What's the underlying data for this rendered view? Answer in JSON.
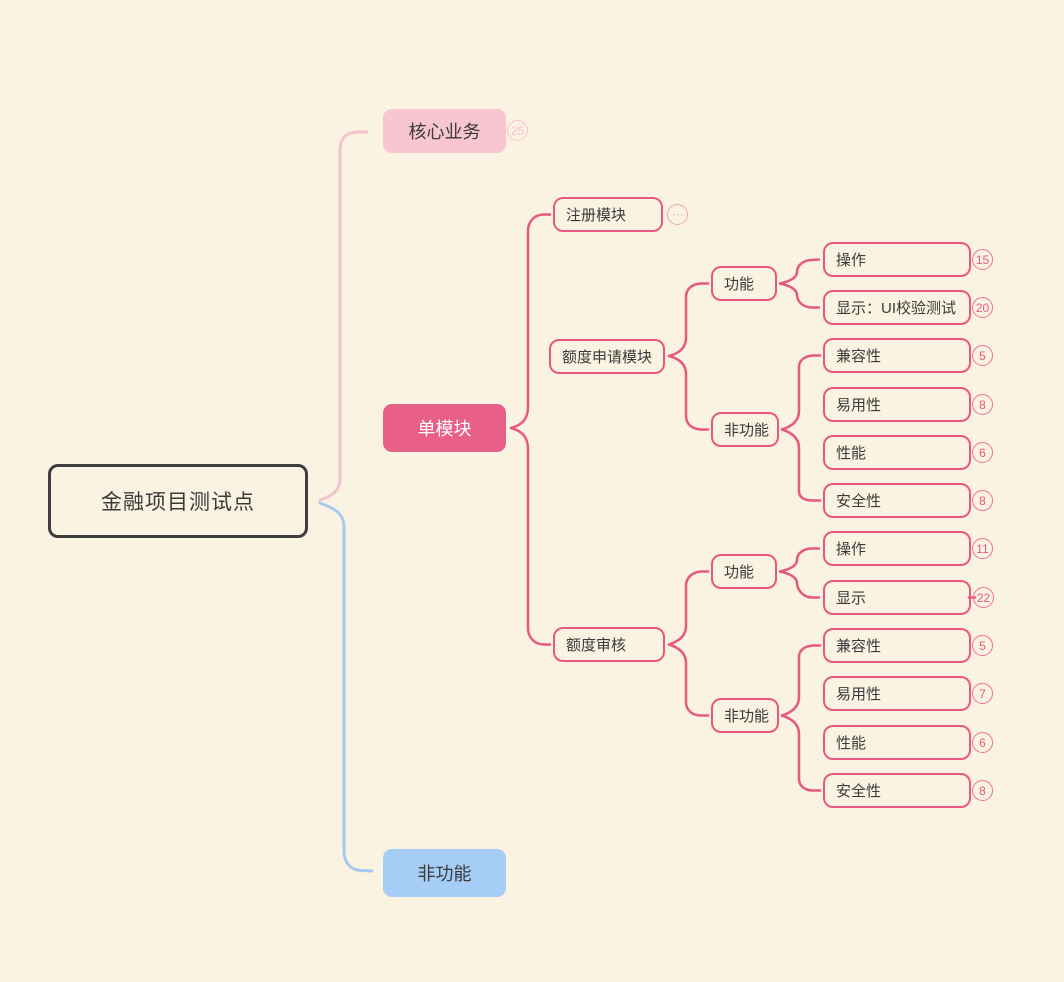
{
  "diagram": {
    "type": "mindmap",
    "title": "金融项目测试点"
  },
  "colors": {
    "background": "#FBF3E1",
    "root_border": "#3E3E3E",
    "pink_line": "#E7597F",
    "light_pink_line": "#F5C2CD",
    "blue_line": "#A6C9F0",
    "pink_fill": "#F7C6D2",
    "rose_fill": "#E8608A",
    "blue_fill": "#A5CDF6"
  },
  "root": {
    "label": "金融项目测试点"
  },
  "branches": {
    "core_business": {
      "label": "核心业务",
      "badge": "25"
    },
    "single_module": {
      "label": "单模块"
    },
    "non_functional": {
      "label": "非功能"
    }
  },
  "modules": {
    "register": {
      "label": "注册模块",
      "badge": "⋯"
    },
    "quota_apply": {
      "label": "额度申请模块"
    },
    "quota_review": {
      "label": "额度审核"
    }
  },
  "groups": {
    "qa_func": {
      "label": "功能"
    },
    "qa_nonfunc": {
      "label": "非功能"
    },
    "qr_func": {
      "label": "功能"
    },
    "qr_nonfunc": {
      "label": "非功能"
    }
  },
  "leaves": {
    "qa_func_items": [
      {
        "label": "操作",
        "badge": "15"
      },
      {
        "label": "显示：UI校验测试",
        "badge": "20"
      }
    ],
    "qa_nonfunc_items": [
      {
        "label": "兼容性",
        "badge": "5"
      },
      {
        "label": "易用性",
        "badge": "8"
      },
      {
        "label": "性能",
        "badge": "6"
      },
      {
        "label": "安全性",
        "badge": "8"
      }
    ],
    "qr_func_items": [
      {
        "label": "操作",
        "badge": "11"
      },
      {
        "label": "显示",
        "badge": "22"
      }
    ],
    "qr_nonfunc_items": [
      {
        "label": "兼容性",
        "badge": "5"
      },
      {
        "label": "易用性",
        "badge": "7"
      },
      {
        "label": "性能",
        "badge": "6"
      },
      {
        "label": "安全性",
        "badge": "8"
      }
    ]
  }
}
